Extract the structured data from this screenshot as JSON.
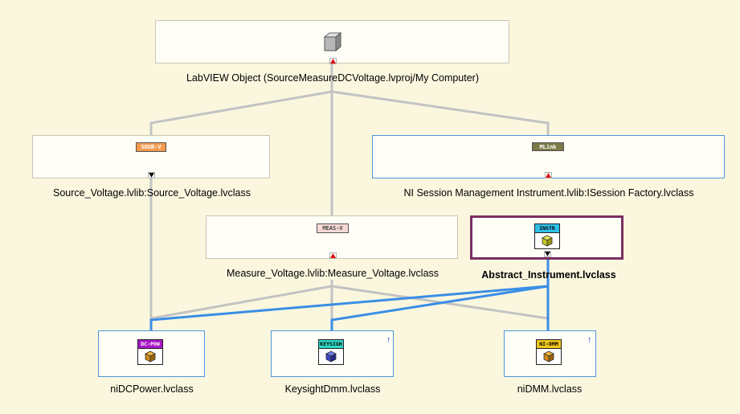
{
  "diagram": {
    "root": {
      "label": "LabVIEW Object (SourceMeasureDCVoltage.lvproj/My Computer)"
    },
    "source_voltage": {
      "label": "Source_Voltage.lvlib:Source_Voltage.lvclass",
      "tag": "SOUR-V"
    },
    "ni_session": {
      "label": "NI Session Management Instrument.lvlib:ISession Factory.lvclass",
      "tag": "MLink"
    },
    "measure_voltage": {
      "label": "Measure_Voltage.lvlib:Measure_Voltage.lvclass",
      "tag": "MEAS-V"
    },
    "abstract_instrument": {
      "label": "Abstract_Instrument.lvclass",
      "tag": "INSTR"
    },
    "ni_dc_power": {
      "label": "niDCPower.lvclass",
      "tag": "DC-POW"
    },
    "keysight_dmm": {
      "label": "KeysightDmm.lvclass",
      "tag": "KEYSIGH"
    },
    "ni_dmm": {
      "label": "niDMM.lvclass",
      "tag": "NI-DMM"
    }
  },
  "colors": {
    "background": "#fbf7df",
    "inheritance_wire": "#c3c3c3",
    "composition_wire": "#3a8ee6",
    "selected_border": "#7a2f63"
  }
}
